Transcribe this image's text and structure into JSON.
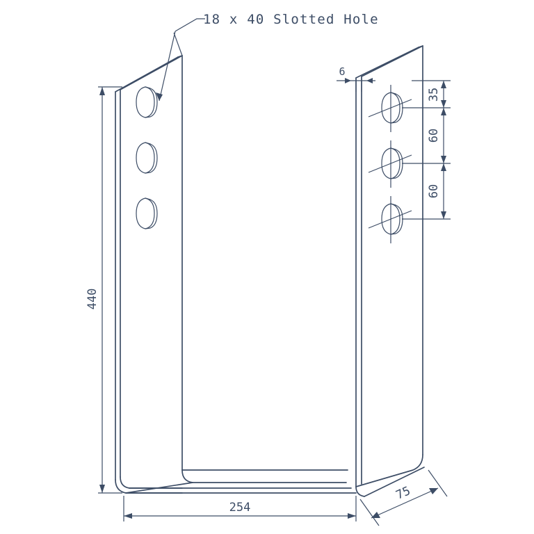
{
  "drawing": {
    "type": "engineering-drawing",
    "subject": "U-shaped joist hanger bracket with slotted holes",
    "projection": "isometric",
    "background_color": "#ffffff",
    "line_color": "#3d4d66",
    "annotations": {
      "slot_callout": "18 x 40 Slotted Hole"
    },
    "dimensions": {
      "height": "440",
      "width": "254",
      "depth": "75",
      "thickness": "6",
      "hole_top_offset": "35",
      "hole_pitch_1": "60",
      "hole_pitch_2": "60"
    },
    "features": {
      "left_flange_holes": 3,
      "right_flange_holes": 3,
      "slot_width": "18",
      "slot_length": "40"
    }
  }
}
